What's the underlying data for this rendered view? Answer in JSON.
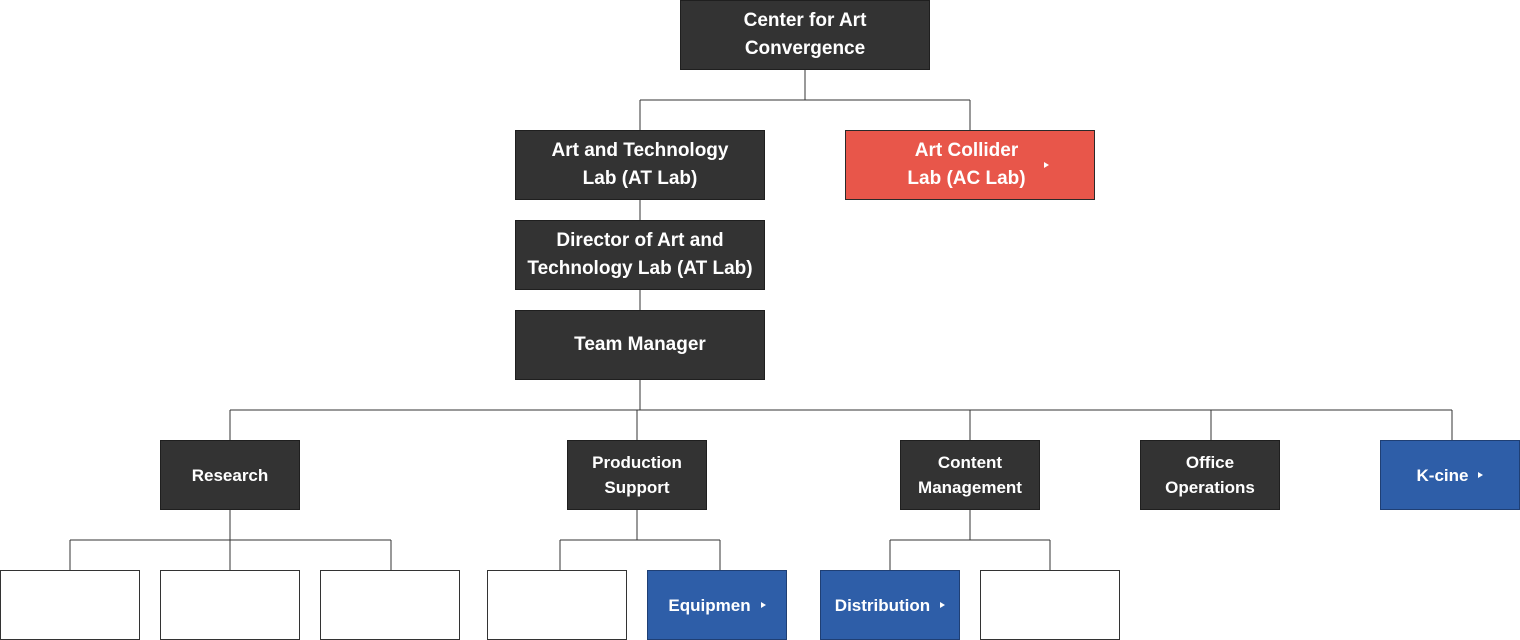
{
  "nodes": {
    "center": "Center for Art Convergence",
    "at_lab": "Art and Technology Lab (AT Lab)",
    "ac_lab": "Art Collider Lab (AC Lab)",
    "director": "Director of Art and Technology Lab (AT Lab)",
    "team_manager": "Team Manager",
    "research": "Research",
    "production_support": "Production Support",
    "content_management": "Content Management",
    "office_operations": "Office Operations",
    "k_cine": "K-cine",
    "equipment": "Equipmen",
    "distribution": "Distribution"
  },
  "colors": {
    "dark": "#333333",
    "red": "#e8564a",
    "blue": "#2e5ea8",
    "line": "#333333"
  },
  "icons": {
    "link_arrow": "caret-right-icon"
  }
}
